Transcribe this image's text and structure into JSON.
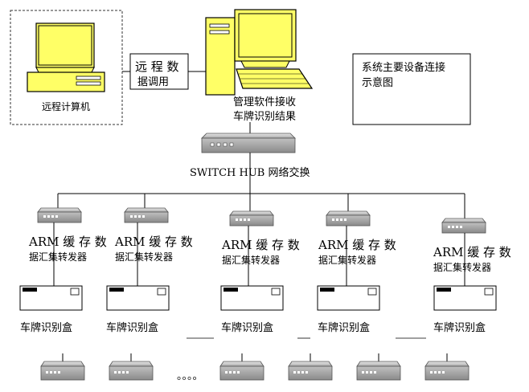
{
  "remote_pc": {
    "label": "远程计算机"
  },
  "remote_link": {
    "line1": "远 程 数",
    "line2": "据调用"
  },
  "server": {
    "line1": "管理软件接收",
    "line2": "车牌识别结果"
  },
  "legend": {
    "line1": "系统主要设备连接",
    "line2": "示意图"
  },
  "switch": {
    "label": "SWITCH  HUB  网络交换"
  },
  "arm_units": [
    {
      "line1": "ARM  缓 存 数",
      "line2": "据汇集转发器",
      "box": "车牌识别盒"
    },
    {
      "line1": "ARM  缓 存 数",
      "line2": "据汇集转发器",
      "box": "车牌识别盒"
    },
    {
      "line1": "ARM  缓 存 数",
      "line2": "据汇集转发器",
      "box": "车牌识别盒"
    },
    {
      "line1": "ARM  缓 存 数",
      "line2": "据汇集转发器",
      "box": "车牌识别盒"
    },
    {
      "line1": "ARM  缓 存 数",
      "line2": "据汇集转发器",
      "box": "车牌识别盒"
    }
  ],
  "ellipsis": "。。。。"
}
